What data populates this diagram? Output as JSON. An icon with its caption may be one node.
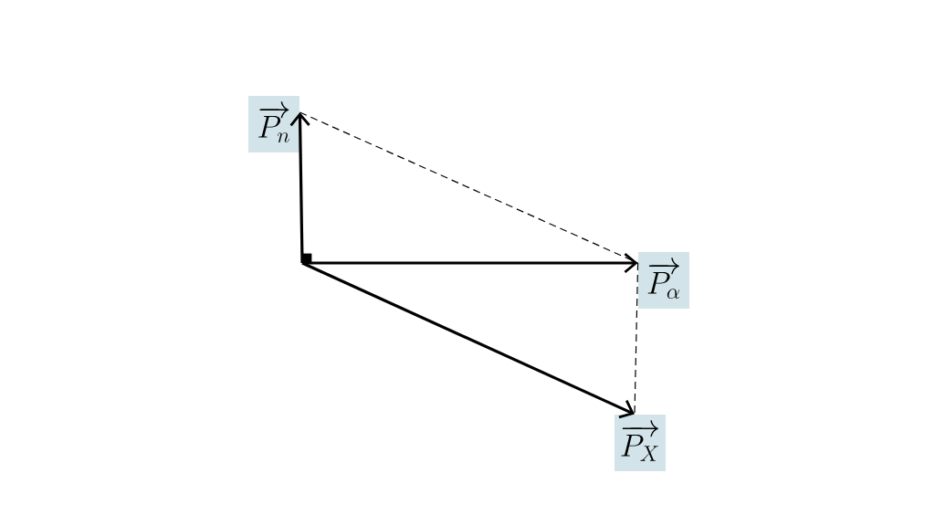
{
  "diagram": {
    "nodes": [
      {
        "text": [
          "\\overrightarrow{P_n}"
        ]
      },
      {
        "text": [
          "\\overrightarrow{P_\\alpha}"
        ]
      },
      {
        "text": [
          "\\overrightarrow{P_X}"
        ]
      },
      {
        "text": [],
        "shape": "box"
      }
    ],
    "edges": [
      {
        "from": 3,
        "to": 0,
        "arrow": "to"
      },
      {
        "from": 3,
        "to": 1,
        "arrow": "to"
      },
      {
        "from": 3,
        "to": 2,
        "arrow": "to"
      },
      {
        "from": 0,
        "to": 1,
        "arrow": "none",
        "style": "dashed"
      },
      {
        "from": 1,
        "to": 2,
        "arrow": "none",
        "style": "dashed"
      }
    ]
  }
}
